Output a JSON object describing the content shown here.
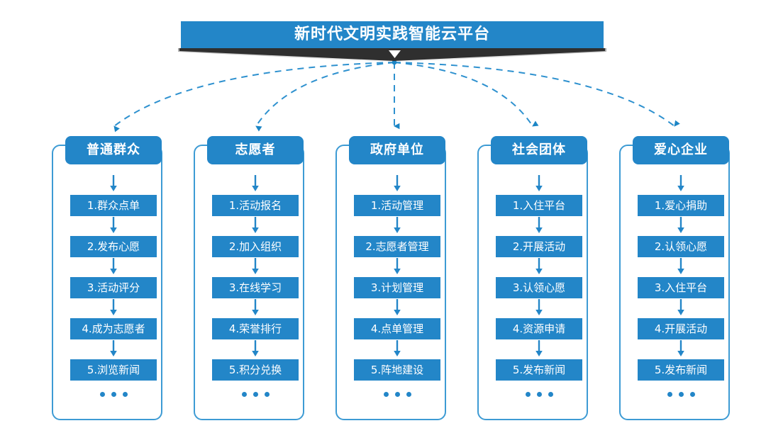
{
  "header": {
    "title": "新时代文明实践智能云平台",
    "chevron_icon": "chevron-down-icon",
    "banner_color": "#2386c8",
    "ribbon_color": "#2f2f2f"
  },
  "theme": {
    "accent": "#2386c8",
    "border": "#3d9bd4",
    "background": "#ffffff",
    "text_on_accent": "#ffffff"
  },
  "ellipsis": "...",
  "columns": [
    {
      "id": "public",
      "header": "普通群众",
      "items": [
        "1.群众点单",
        "2.发布心愿",
        "3.活动评分",
        "4.成为志愿者",
        "5.浏览新闻"
      ]
    },
    {
      "id": "volunteer",
      "header": "志愿者",
      "items": [
        "1.活动报名",
        "2.加入组织",
        "3.在线学习",
        "4.荣誉排行",
        "5.积分兑换"
      ]
    },
    {
      "id": "government",
      "header": "政府单位",
      "items": [
        "1.活动管理",
        "2.志愿者管理",
        "3.计划管理",
        "4.点单管理",
        "5.阵地建设"
      ]
    },
    {
      "id": "social-group",
      "header": "社会团体",
      "items": [
        "1.入住平台",
        "2.开展活动",
        "3.认领心愿",
        "4.资源申请",
        "5.发布新闻"
      ]
    },
    {
      "id": "enterprise",
      "header": "爱心企业",
      "items": [
        "1.爱心捐助",
        "2.认领心愿",
        "3.入住平台",
        "4.开展活动",
        "5.发布新闻"
      ]
    }
  ]
}
